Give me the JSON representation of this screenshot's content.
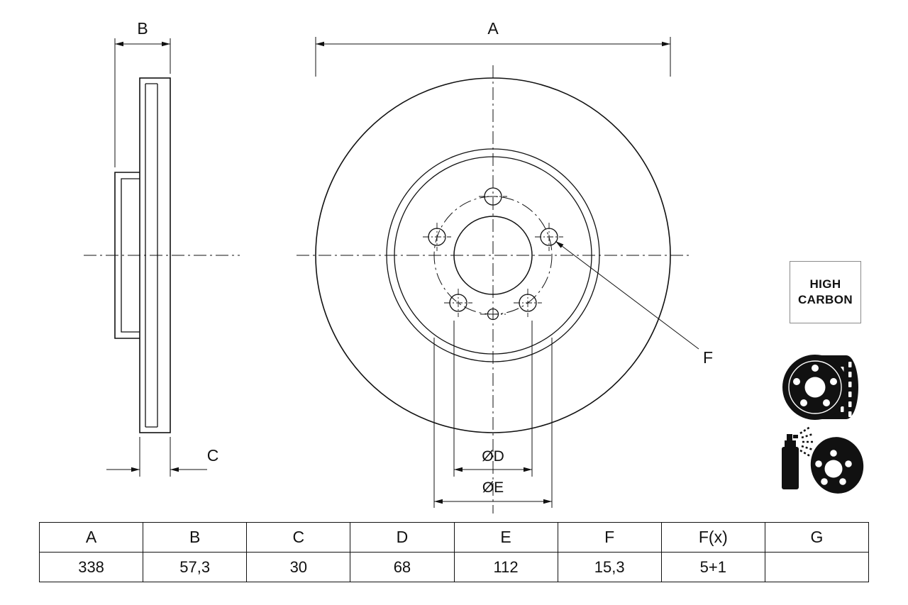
{
  "drawing": {
    "dim_a": "A",
    "dim_b": "B",
    "dim_c": "C",
    "dim_d": "ØD",
    "dim_e": "ØE",
    "dim_f": "F"
  },
  "badge": {
    "line1": "HIGH",
    "line2": "CARBON"
  },
  "table": {
    "headers": [
      "A",
      "B",
      "C",
      "D",
      "E",
      "F",
      "F(x)",
      "G"
    ],
    "values": [
      "338",
      "57,3",
      "30",
      "68",
      "112",
      "15,3",
      "5+1",
      ""
    ]
  },
  "colors": {
    "line": "#111111",
    "background": "#ffffff"
  }
}
